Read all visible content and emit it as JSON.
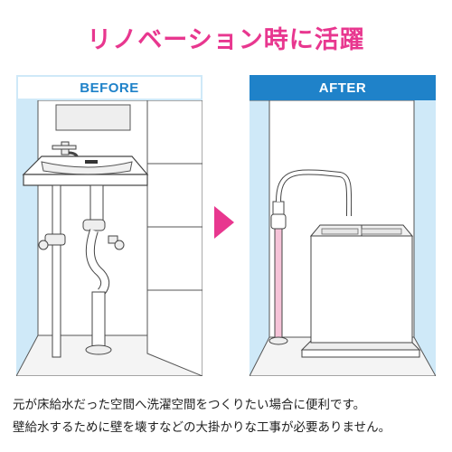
{
  "headline": "リノベーション時に活躍",
  "panels": {
    "before": {
      "label": "BEFORE"
    },
    "after": {
      "label": "AFTER"
    }
  },
  "caption": {
    "line1": "元が床給水だった空間へ洗濯空間をつくりたい場合に便利です。",
    "line2": "壁給水するために壁を壊すなどの大掛かりな工事が必要ありません。"
  },
  "colors": {
    "accent_pink": "#e8378f",
    "accent_blue": "#1f82c9",
    "panel_background": "#cfe9f8"
  }
}
